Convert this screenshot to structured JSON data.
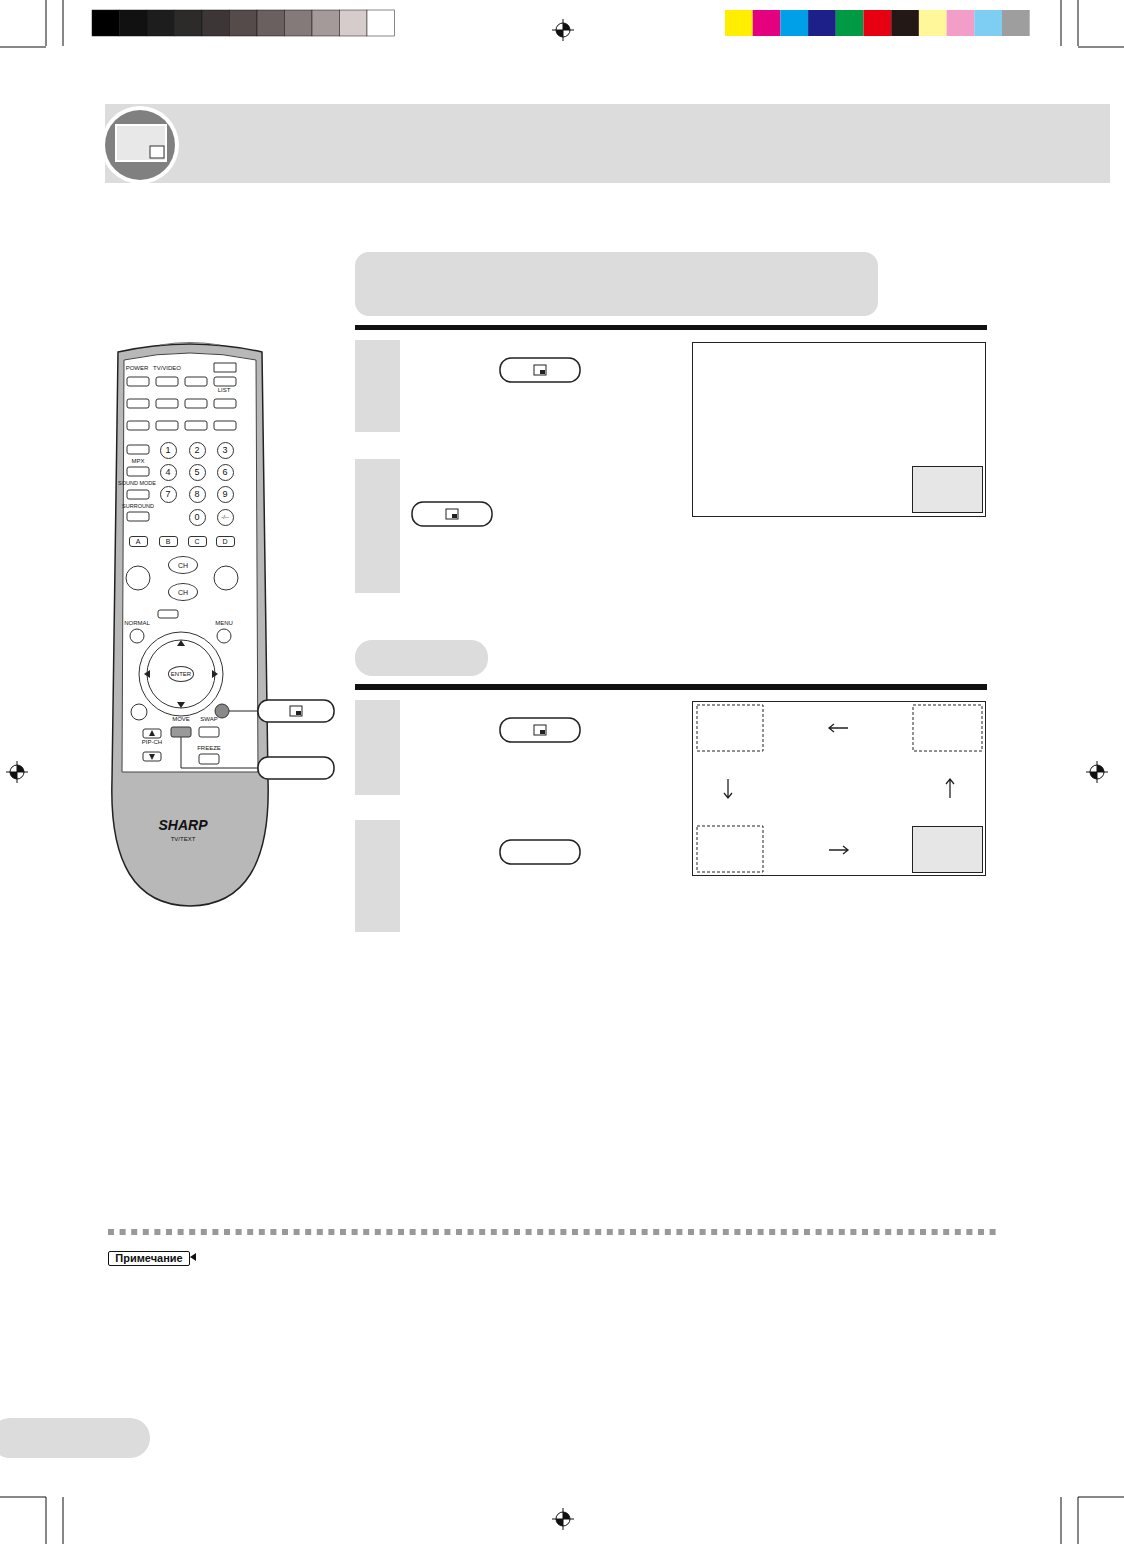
{
  "diagram": {
    "nodes": [
      {
        "text": [
          "1"
        ]
      },
      {
        "text": [
          "2"
        ]
      },
      {
        "text": [
          "3"
        ]
      },
      {
        "text": [
          "4"
        ]
      },
      {
        "text": [
          "5"
        ]
      },
      {
        "text": [
          "6"
        ]
      },
      {
        "text": [
          "7"
        ]
      },
      {
        "text": [
          "8"
        ]
      },
      {
        "text": [
          "9"
        ]
      },
      {
        "text": [
          "0"
        ]
      },
      {
        "text": [
          "-/--"
        ]
      },
      {
        "text": [
          "A"
        ]
      },
      {
        "text": [
          "B"
        ]
      },
      {
        "text": [
          "C"
        ]
      },
      {
        "text": [
          "D"
        ]
      },
      {
        "text": [
          "CH"
        ]
      },
      {
        "text": [
          "CH"
        ]
      },
      {
        "text": [
          "ENTER"
        ]
      },
      {
        "text": [
          "Примечание"
        ]
      }
    ],
    "labels": [
      "POWER",
      "TV/VIDEO",
      "LIST",
      "MPX",
      "SOUND MODE",
      "SURROUND",
      "NORMAL",
      "MENU",
      "MOVE",
      "SWAP",
      "PIP-CH",
      "FREEZE",
      "SHARP",
      "TV/TEXT"
    ]
  }
}
